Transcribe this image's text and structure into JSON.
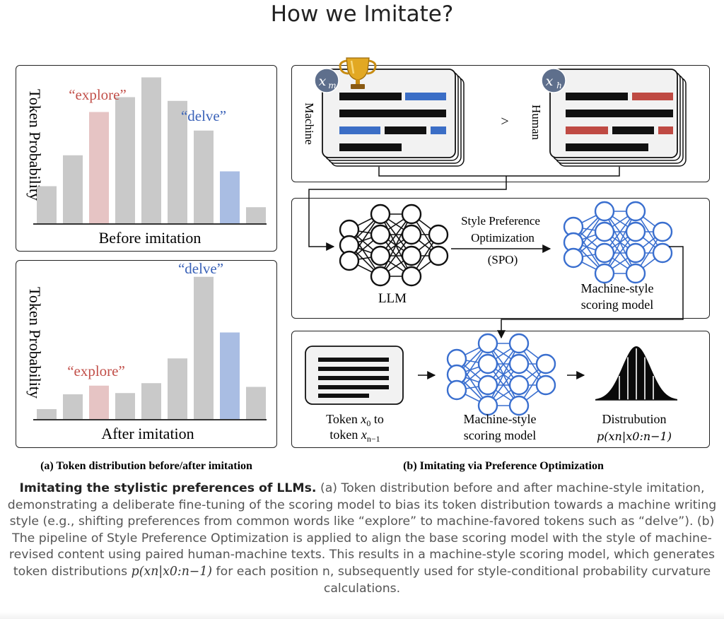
{
  "page": {
    "title": "How we Imitate?"
  },
  "panel_a": {
    "y_label": "Token Probability",
    "top_chart": {
      "x_label": "Before imitation",
      "explore_label": "“explore”",
      "delve_label": "“delve”",
      "highlight_explore_index": 2,
      "highlight_delve_index": 7,
      "values": [
        0.3,
        0.55,
        0.9,
        1.02,
        1.18,
        0.99,
        0.75,
        0.42,
        0.13
      ]
    },
    "bottom_chart": {
      "x_label": "After imitation",
      "explore_label": "“explore”",
      "delve_label": "“delve”",
      "highlight_explore_index": 2,
      "highlight_delve_index": 7,
      "values": [
        0.08,
        0.2,
        0.27,
        0.21,
        0.29,
        0.49,
        1.15,
        0.7,
        0.26
      ]
    },
    "caption": "(a) Token distribution before/after imitation"
  },
  "panel_b": {
    "machine_label": "Machine",
    "human_label": "Human",
    "xm_label": "x",
    "xm_sub": "m",
    "xh_label": "x",
    "xh_sub": "h",
    "compare_symbol": ">",
    "spo_line1": "Style Preference",
    "spo_line2": "Optimization",
    "spo_line3": "(SPO)",
    "llm_label": "LLM",
    "scoring_line1": "Machine-style",
    "scoring_line2": "scoring model",
    "token_line1_prefix": "Token ",
    "token_line1_var": "x",
    "token_line1_sub": "0",
    "token_line1_suffix": " to",
    "token_line2_prefix": "token ",
    "token_line2_var": "x",
    "token_line2_sub": "n−1",
    "dist_line1": "Distrubution",
    "dist_line2": "p(xn|x0:n−1)",
    "caption": "(b) Imitating via Preference Optimization",
    "colors": {
      "machine_accent": "#3b6ec6",
      "human_accent": "#bf4a43",
      "network_blue": "#3a6fcf"
    }
  },
  "caption_block": {
    "lead": "Imitating the stylistic preferences of LLMs.",
    "body": " (a) Token distribution before and after machine-style imitation, demonstrating a deliberate fine-tuning of the scoring model to bias its token distribution towards a machine writing style (e.g., shifting preferences from common words like “explore” to machine-favored tokens such as “delve”). (b) The pipeline of Style Preference Optimization is applied to align the base scoring model with the style of machine-revised content using paired human-machine texts. This results in a machine-style scoring model, which generates token distributions ",
    "math": "p(xn|x0:n−1)",
    "tail": " for each position n, subsequently used for style-conditional probability curvature calculations."
  }
}
